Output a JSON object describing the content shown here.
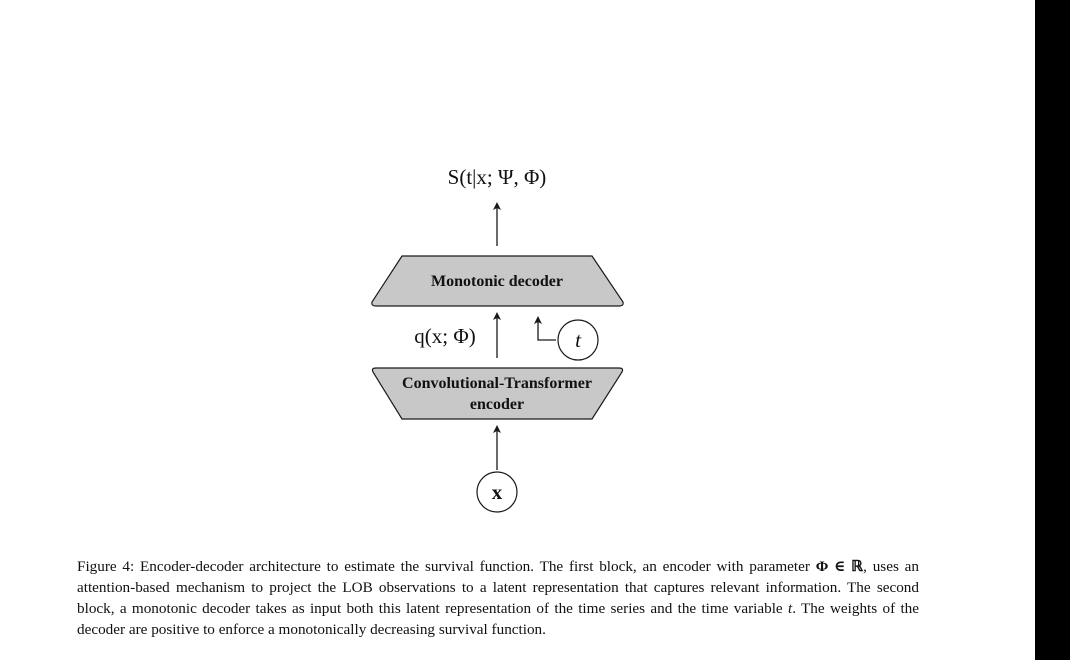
{
  "diagram": {
    "output_label": "S(t|x; Ψ, Φ)",
    "decoder_label": "Monotonic decoder",
    "latent_label": "q(x; Φ)",
    "time_node": "t",
    "encoder_label_line1": "Convolutional-Transformer",
    "encoder_label_line2": "encoder",
    "input_node": "x",
    "colors": {
      "block_fill": "#c8c8c8",
      "stroke": "#1a1a1a"
    }
  },
  "caption": {
    "prefix": "Figure 4: Encoder-decoder architecture to estimate the survival function. The first block, an encoder with parameter",
    "symbol": "Φ ∈ ℝ",
    "middle": ", uses an attention-based mechanism to project the LOB observations to a latent representation that captures relevant information. The second block, a monotonic decoder takes as input both this latent representation of the time series and the time variable ",
    "time_var": "t",
    "suffix": ". The weights of the decoder are positive to enforce a monotonically decreasing survival function."
  }
}
